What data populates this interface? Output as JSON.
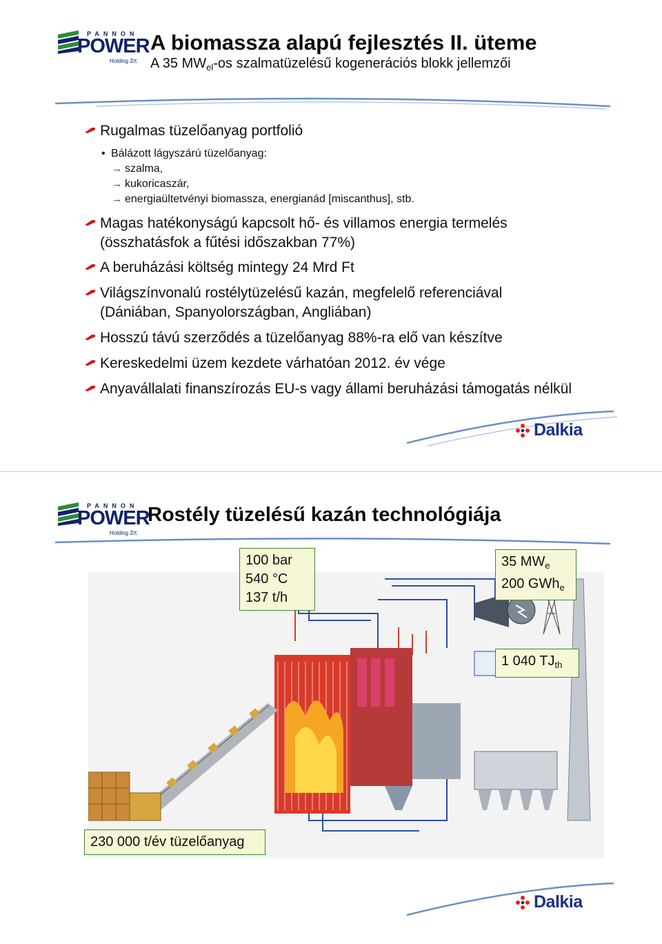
{
  "slide1": {
    "logo": {
      "top": "PANNON",
      "main": "POWER",
      "bottom": "Holding Zrt."
    },
    "title": "A biomassza alapú fejlesztés II. üteme",
    "subtitle": {
      "pre": "A 35 MW",
      "sub": "el",
      "post": "-os szalmatüzelésű kogenerációs blokk jellemzői"
    },
    "bullets": [
      "Rugalmas tüzelőanyag portfolió",
      "Magas hatékonyságú kapcsolt hő- és villamos energia termelés",
      "(összhatásfok a fűtési időszakban 77%)",
      "A beruházási költség mintegy 24 Mrd Ft",
      "Világszínvonalú rostélytüzelésű kazán, megfelelő referenciával",
      "(Dániában, Spanyolországban, Angliában)",
      "Hosszú távú szerződés a tüzelőanyag 88%-ra elő van készítve",
      "Kereskedelmi üzem kezdete várhatóan 2012. év vége",
      "Anyavállalati finanszírozás EU-s vagy állami beruházási támogatás nélkül"
    ],
    "sub_bullet": "Bálázott lágyszárú tüzelőanyag:",
    "arrow_items": [
      "szalma,",
      "kukoricaszár,",
      "energiaültetvényi biomassza, energianád [miscanthus], stb."
    ],
    "dalkia": "Dalkia"
  },
  "slide2": {
    "logo": {
      "top": "PANNON",
      "main": "POWER",
      "bottom": "Holding Zrt."
    },
    "title": "Rostély tüzelésű kazán technológiája",
    "steam_box": [
      "100 bar",
      "540 °C",
      "137 t/h"
    ],
    "power_box": {
      "line1_pre": "35 MW",
      "line1_sub": "e",
      "line2_pre": "200 GWh",
      "line2_sub": "e"
    },
    "heat_box": {
      "pre": "1 040 TJ",
      "sub": "th"
    },
    "fuel_box": "230 000 t/év tüzelőanyag",
    "dalkia": "Dalkia"
  },
  "colors": {
    "navy": "#10226b",
    "bullet_red": "#d8141c",
    "swoosh_blue": "#6b8fc6",
    "box_fill": "#f6f7d6",
    "box_border": "#3d8a2c",
    "boiler_red": "#d93a2a",
    "pipe_blue": "#2c4ea3"
  }
}
